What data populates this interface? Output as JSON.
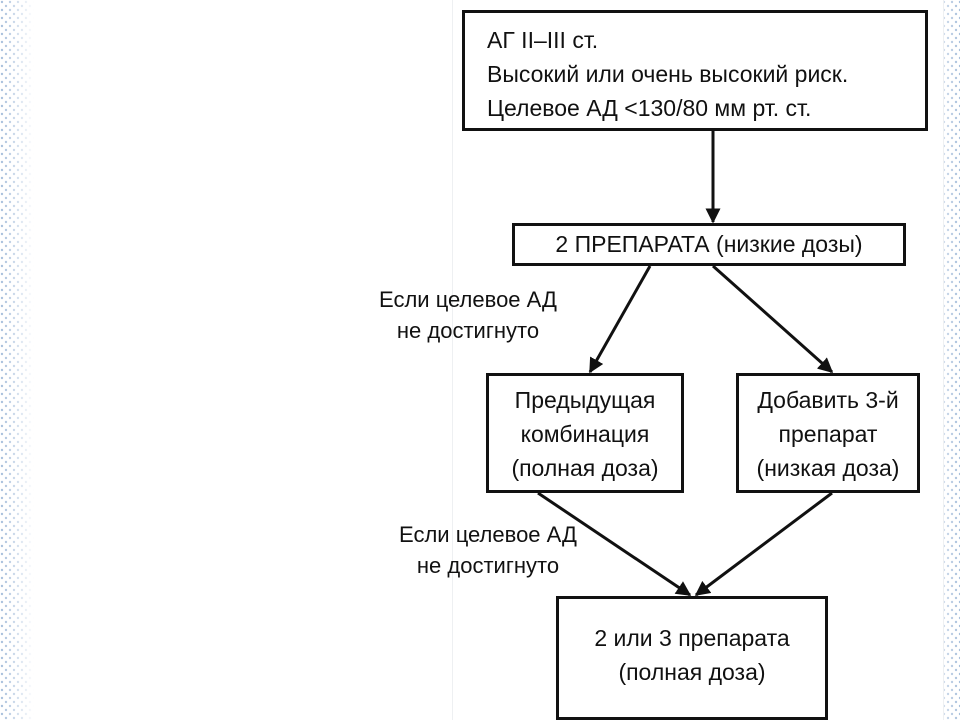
{
  "diagram": {
    "top_box": {
      "lines": [
        "АГ II–III ст.",
        "Высокий или очень высокий риск.",
        "Целевое АД <130/80 мм рт. ст."
      ]
    },
    "two_drugs_box": {
      "label": "2 ПРЕПАРАТА (низкие дозы)"
    },
    "condition_note_1": {
      "lines": [
        "Если целевое АД",
        "не достигнуто"
      ]
    },
    "previous_combination_box": {
      "lines": [
        "Предыдущая",
        "комбинация",
        "(полная доза)"
      ]
    },
    "add_third_drug_box": {
      "lines": [
        "Добавить 3-й",
        "препарат",
        "(низкая доза)"
      ]
    },
    "condition_note_2": {
      "lines": [
        "Если целевое АД",
        "не достигнуто"
      ]
    },
    "final_box": {
      "lines": [
        "2 или 3 препарата",
        "(полная доза)"
      ]
    }
  },
  "colors": {
    "ink": "#111111",
    "background": "#ffffff",
    "dot_pattern": "#3a6fb0"
  }
}
